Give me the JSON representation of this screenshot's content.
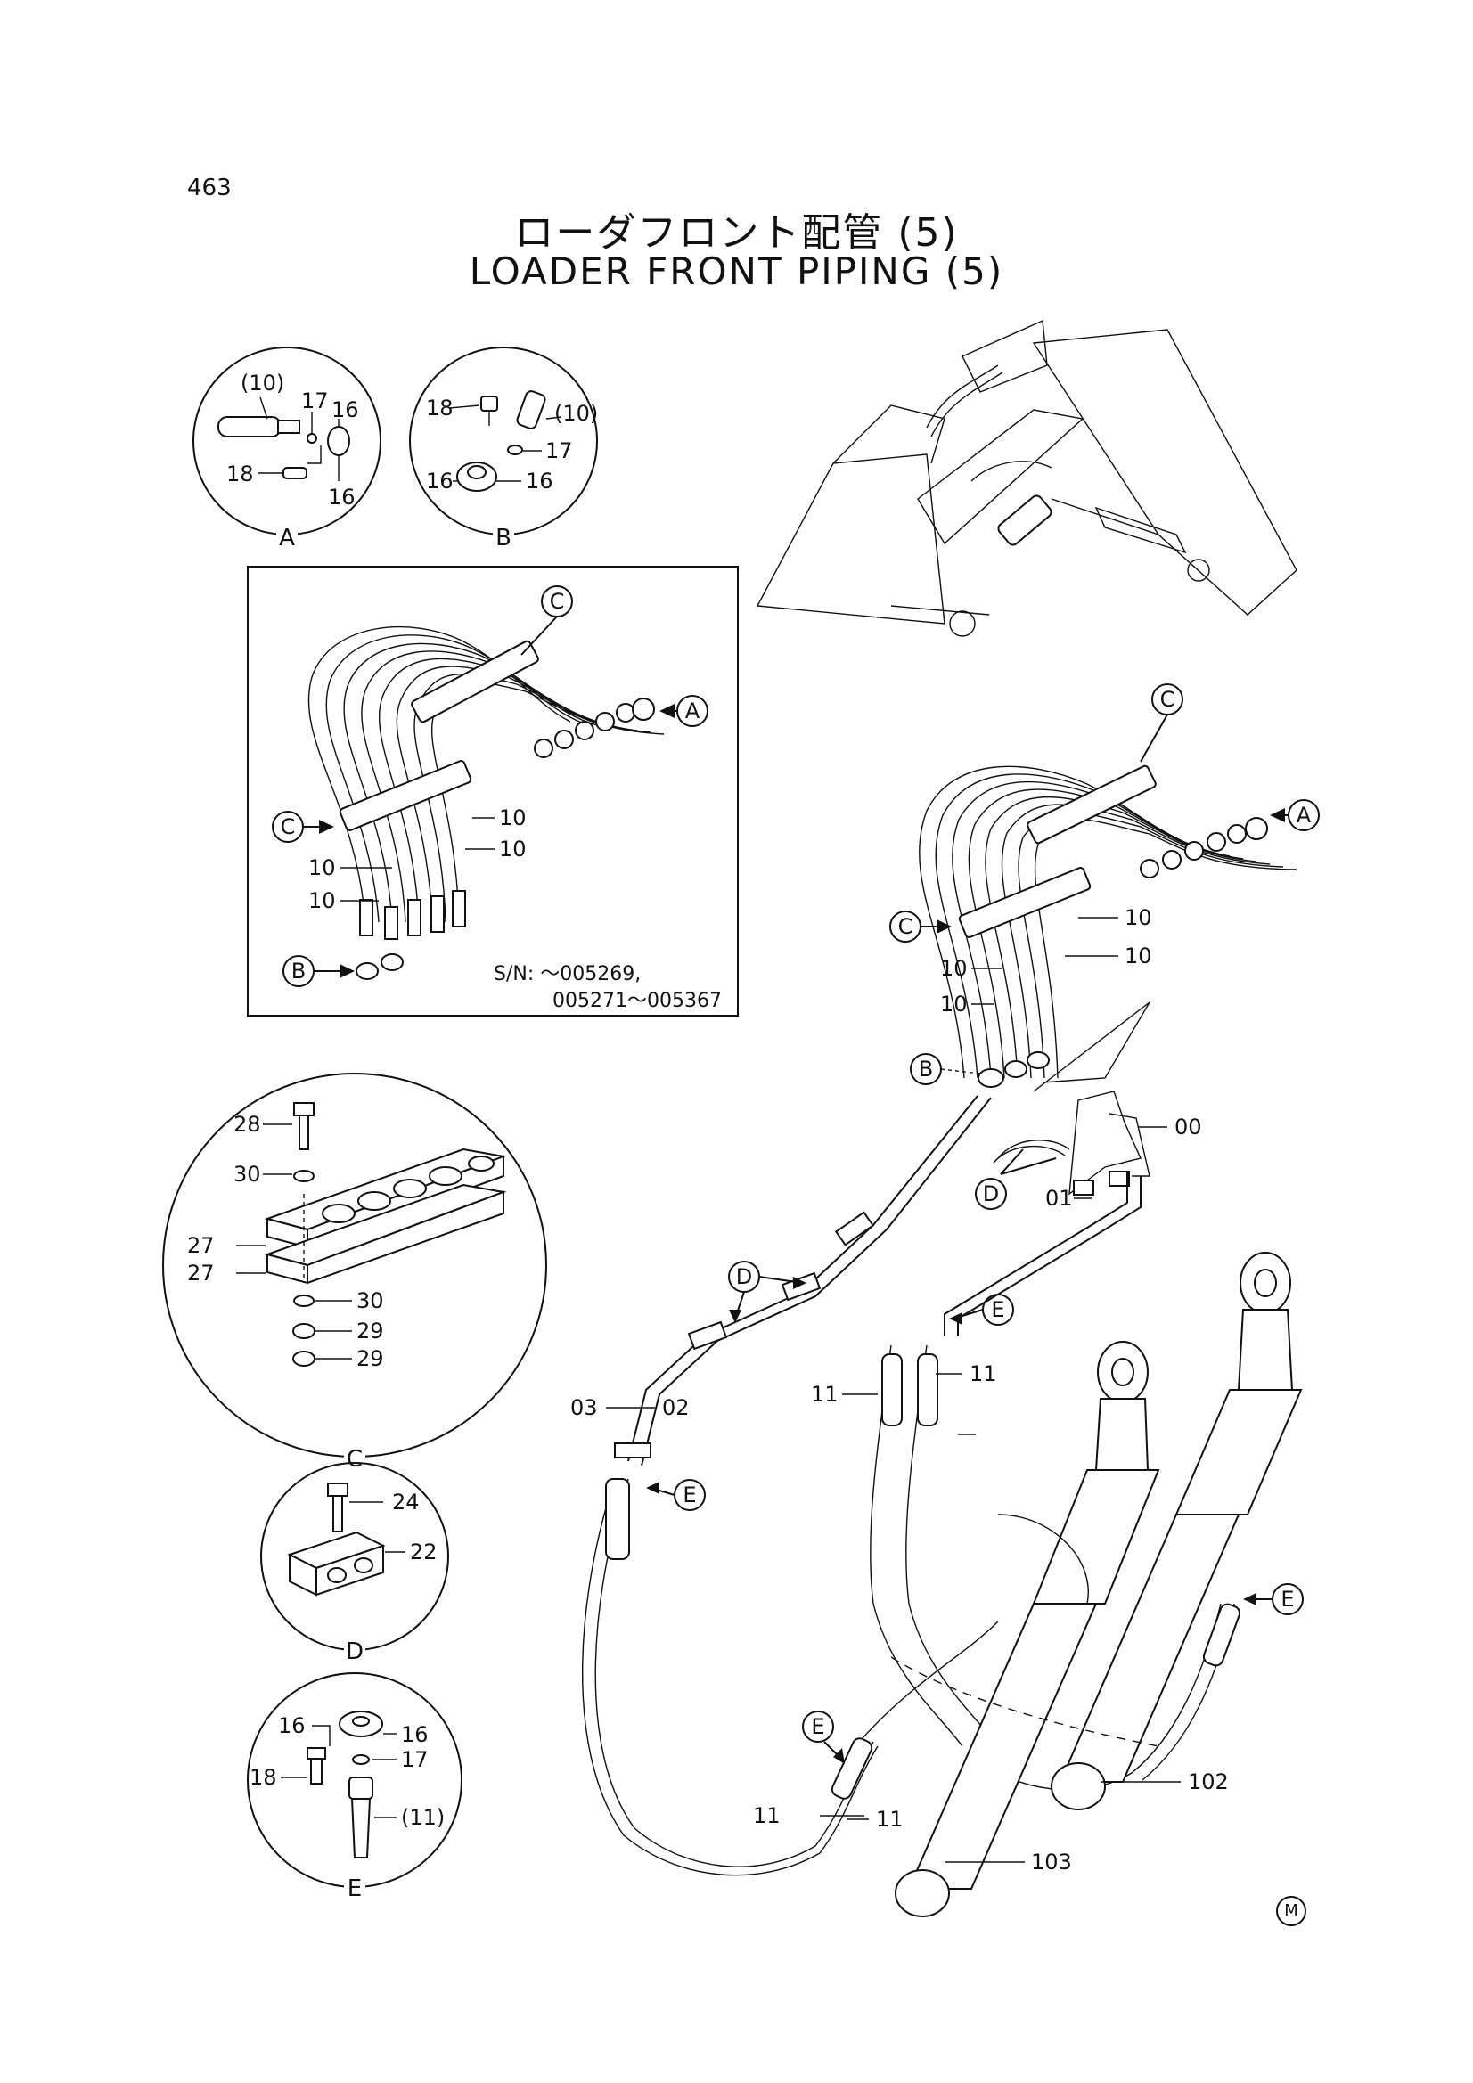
{
  "page_number": "463",
  "title_jp": "ローダフロント配管 (5)",
  "title_en": "LOADER FRONT PIPING (5)",
  "serial_note": {
    "line1": "S/N: ～005269,",
    "line2": "005271～005367"
  },
  "detail_views": {
    "A": {
      "label": "A",
      "parts": [
        "(10)",
        "17",
        "16",
        "18",
        "16"
      ]
    },
    "B": {
      "label": "B",
      "parts": [
        "18",
        "(10)",
        "17",
        "16",
        "16"
      ]
    },
    "C": {
      "label": "C",
      "parts": [
        "28",
        "30",
        "27",
        "27",
        "30",
        "29",
        "29"
      ]
    },
    "D": {
      "label": "D",
      "parts": [
        "24",
        "22"
      ]
    },
    "E": {
      "label": "E",
      "parts": [
        "16",
        "16",
        "17",
        "18",
        "(11)"
      ]
    }
  },
  "callouts": [
    "A",
    "B",
    "C",
    "D",
    "E"
  ],
  "inset_labels": [
    "10",
    "10",
    "10",
    "10"
  ],
  "main_labels": {
    "p10a": "10",
    "p10b": "10",
    "p10c": "10",
    "p00": "00",
    "p01": "01",
    "p02": "02",
    "p03": "03",
    "p11a": "11",
    "p11b": "11",
    "p11c": "11",
    "p11d": "11",
    "p102": "102",
    "p103": "103"
  },
  "corner_mark": "M"
}
